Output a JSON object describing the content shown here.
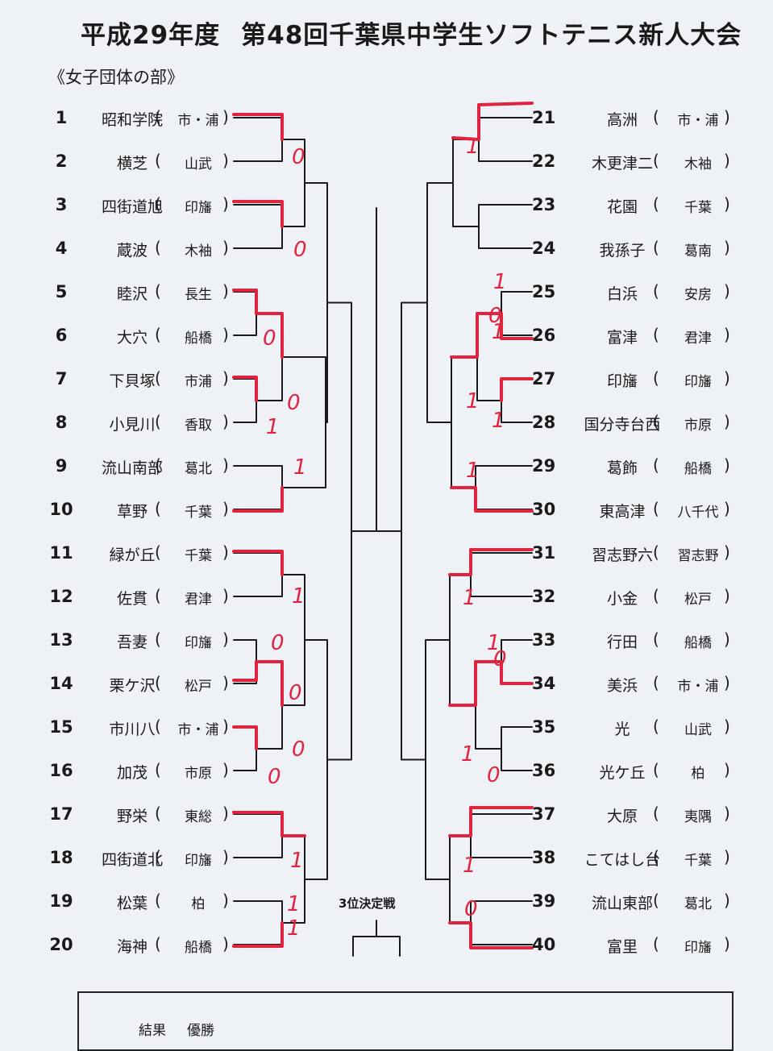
{
  "header": {
    "title_year": "平成29年度",
    "title_event": "第48回千葉県中学生ソフトテニス新人大会",
    "subtitle": "《女子団体の部》"
  },
  "teams_left": [
    {
      "num": "1",
      "name": "昭和学院",
      "region": "市・浦"
    },
    {
      "num": "2",
      "name": "横芝",
      "region": "山武"
    },
    {
      "num": "3",
      "name": "四街道旭",
      "region": "印旛"
    },
    {
      "num": "4",
      "name": "蔵波",
      "region": "木袖"
    },
    {
      "num": "5",
      "name": "睦沢",
      "region": "長生"
    },
    {
      "num": "6",
      "name": "大穴",
      "region": "船橋"
    },
    {
      "num": "7",
      "name": "下貝塚",
      "region": "市浦"
    },
    {
      "num": "8",
      "name": "小見川",
      "region": "香取"
    },
    {
      "num": "9",
      "name": "流山南部",
      "region": "葛北"
    },
    {
      "num": "10",
      "name": "草野",
      "region": "千葉"
    },
    {
      "num": "11",
      "name": "緑が丘",
      "region": "千葉"
    },
    {
      "num": "12",
      "name": "佐貫",
      "region": "君津"
    },
    {
      "num": "13",
      "name": "吾妻",
      "region": "印旛"
    },
    {
      "num": "14",
      "name": "栗ケ沢",
      "region": "松戸"
    },
    {
      "num": "15",
      "name": "市川八",
      "region": "市・浦"
    },
    {
      "num": "16",
      "name": "加茂",
      "region": "市原"
    },
    {
      "num": "17",
      "name": "野栄",
      "region": "東総"
    },
    {
      "num": "18",
      "name": "四街道北",
      "region": "印旛"
    },
    {
      "num": "19",
      "name": "松葉",
      "region": "柏"
    },
    {
      "num": "20",
      "name": "海神",
      "region": "船橋"
    }
  ],
  "teams_right": [
    {
      "num": "21",
      "name": "高洲",
      "region": "市・浦"
    },
    {
      "num": "22",
      "name": "木更津二",
      "region": "木袖"
    },
    {
      "num": "23",
      "name": "花園",
      "region": "千葉"
    },
    {
      "num": "24",
      "name": "我孫子",
      "region": "葛南"
    },
    {
      "num": "25",
      "name": "白浜",
      "region": "安房"
    },
    {
      "num": "26",
      "name": "富津",
      "region": "君津"
    },
    {
      "num": "27",
      "name": "印旛",
      "region": "印旛"
    },
    {
      "num": "28",
      "name": "国分寺台西",
      "region": "市原"
    },
    {
      "num": "29",
      "name": "葛飾",
      "region": "船橋"
    },
    {
      "num": "30",
      "name": "東高津",
      "region": "八千代"
    },
    {
      "num": "31",
      "name": "習志野六",
      "region": "習志野"
    },
    {
      "num": "32",
      "name": "小金",
      "region": "松戸"
    },
    {
      "num": "33",
      "name": "行田",
      "region": "船橋"
    },
    {
      "num": "34",
      "name": "美浜",
      "region": "市・浦"
    },
    {
      "num": "35",
      "name": "光",
      "region": "山武"
    },
    {
      "num": "36",
      "name": "光ケ丘",
      "region": "柏"
    },
    {
      "num": "37",
      "name": "大原",
      "region": "夷隅"
    },
    {
      "num": "38",
      "name": "こてはし台",
      "region": "千葉"
    },
    {
      "num": "39",
      "name": "流山東部",
      "region": "葛北"
    },
    {
      "num": "40",
      "name": "富里",
      "region": "印旛"
    }
  ],
  "scores": [
    "0",
    "0",
    "0",
    "0",
    "1",
    "1",
    "1",
    "0",
    "0",
    "0",
    "0",
    "1",
    "1",
    "1",
    "1",
    "1",
    "0",
    "1",
    "1",
    "1",
    "1",
    "1",
    "0",
    "1",
    "0",
    "1",
    "0",
    "1"
  ],
  "third_place_label": "3位決定戦",
  "results": {
    "label": "結果",
    "winner_label": "優勝"
  },
  "colors": {
    "ink": "#1a1a1a",
    "marker": "#e0243f",
    "paper": "#eef1f6"
  }
}
